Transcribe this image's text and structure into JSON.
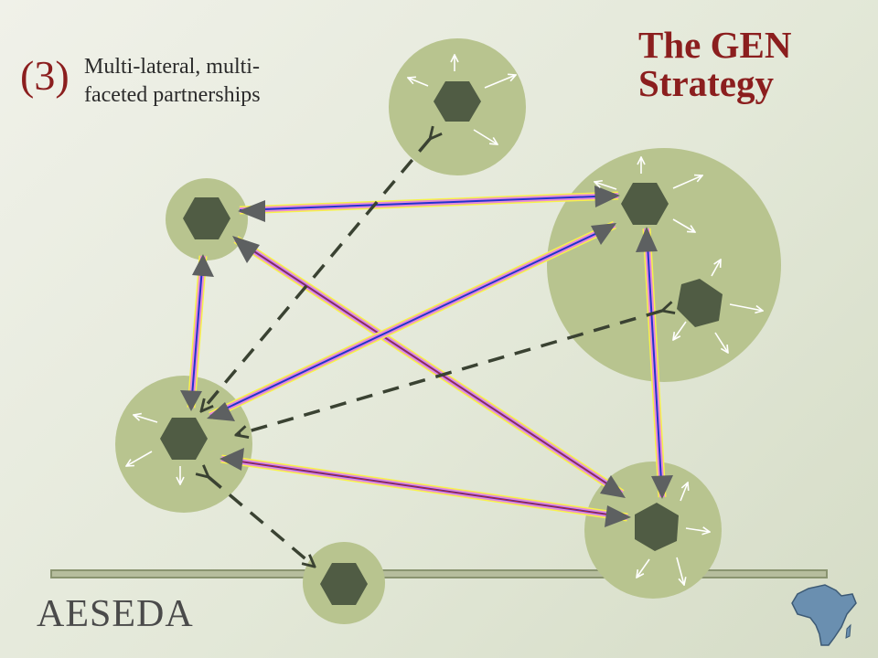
{
  "slide": {
    "step_number": "(3)",
    "subtitle_line1": "Multi-lateral, multi-",
    "subtitle_line2": "faceted partnerships",
    "title_line1": "The GEN",
    "title_line2": "Strategy",
    "brand": "AESEDA"
  },
  "colors": {
    "title": "#8b1e1e",
    "circle_fill": "#b8c48f",
    "hexagon_fill": "#505c44",
    "bar": "#8a9470",
    "dashed_arrow": "#3a4232",
    "solid_arrow_head": "#5d6061",
    "link_blue": "#2233cc",
    "link_pink": "#e58ad8",
    "link_yellow": "#f7f24a",
    "link_red": "#cc2222"
  },
  "icons": [
    "africa-map-icon"
  ]
}
